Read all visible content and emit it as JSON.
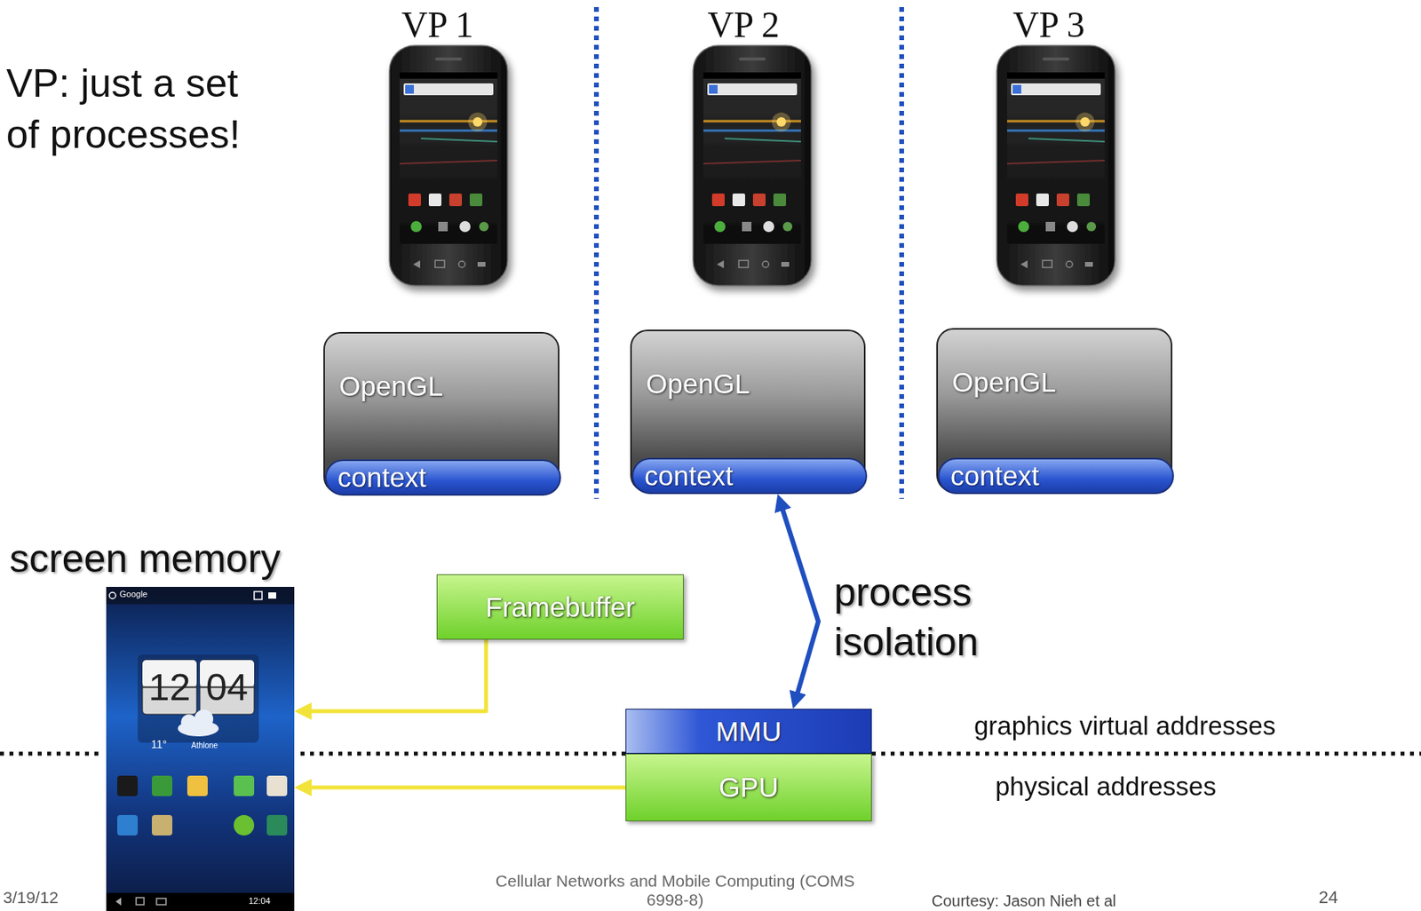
{
  "diagram": {
    "nodes": [
      {
        "text": [
          "OpenGL"
        ]
      },
      {
        "text": [
          "context"
        ],
        "in": 0
      },
      {
        "text": [
          "OpenGL"
        ]
      },
      {
        "text": [
          "context"
        ],
        "in": 2
      },
      {
        "text": [
          "OpenGL"
        ]
      },
      {
        "text": [
          "context"
        ],
        "in": 4
      },
      {
        "text": [
          "screen memory"
        ]
      },
      {
        "text": [
          "Framebuffer"
        ]
      },
      {
        "text": [
          "MMU"
        ]
      },
      {
        "text": [
          "GPU"
        ]
      }
    ],
    "edges": [
      {
        "from": 3,
        "to": 8,
        "arrow": "both",
        "label": "process isolation"
      },
      {
        "from": 7,
        "to": 6,
        "arrow": "to"
      },
      {
        "from": 9,
        "to": 6,
        "arrow": "to"
      }
    ],
    "labels": [
      "VP: just a set of processes!",
      "VP 1",
      "VP 2",
      "VP 3",
      "Google",
      "12",
      "04",
      "11°",
      "Athlone",
      "12:04",
      "graphics virtual addresses",
      "physical addresses",
      "3/19/12",
      "Cellular Networks and Mobile Computing (COMS 6998-8)",
      "Courtesy: Jason Nieh et al",
      "24"
    ]
  }
}
